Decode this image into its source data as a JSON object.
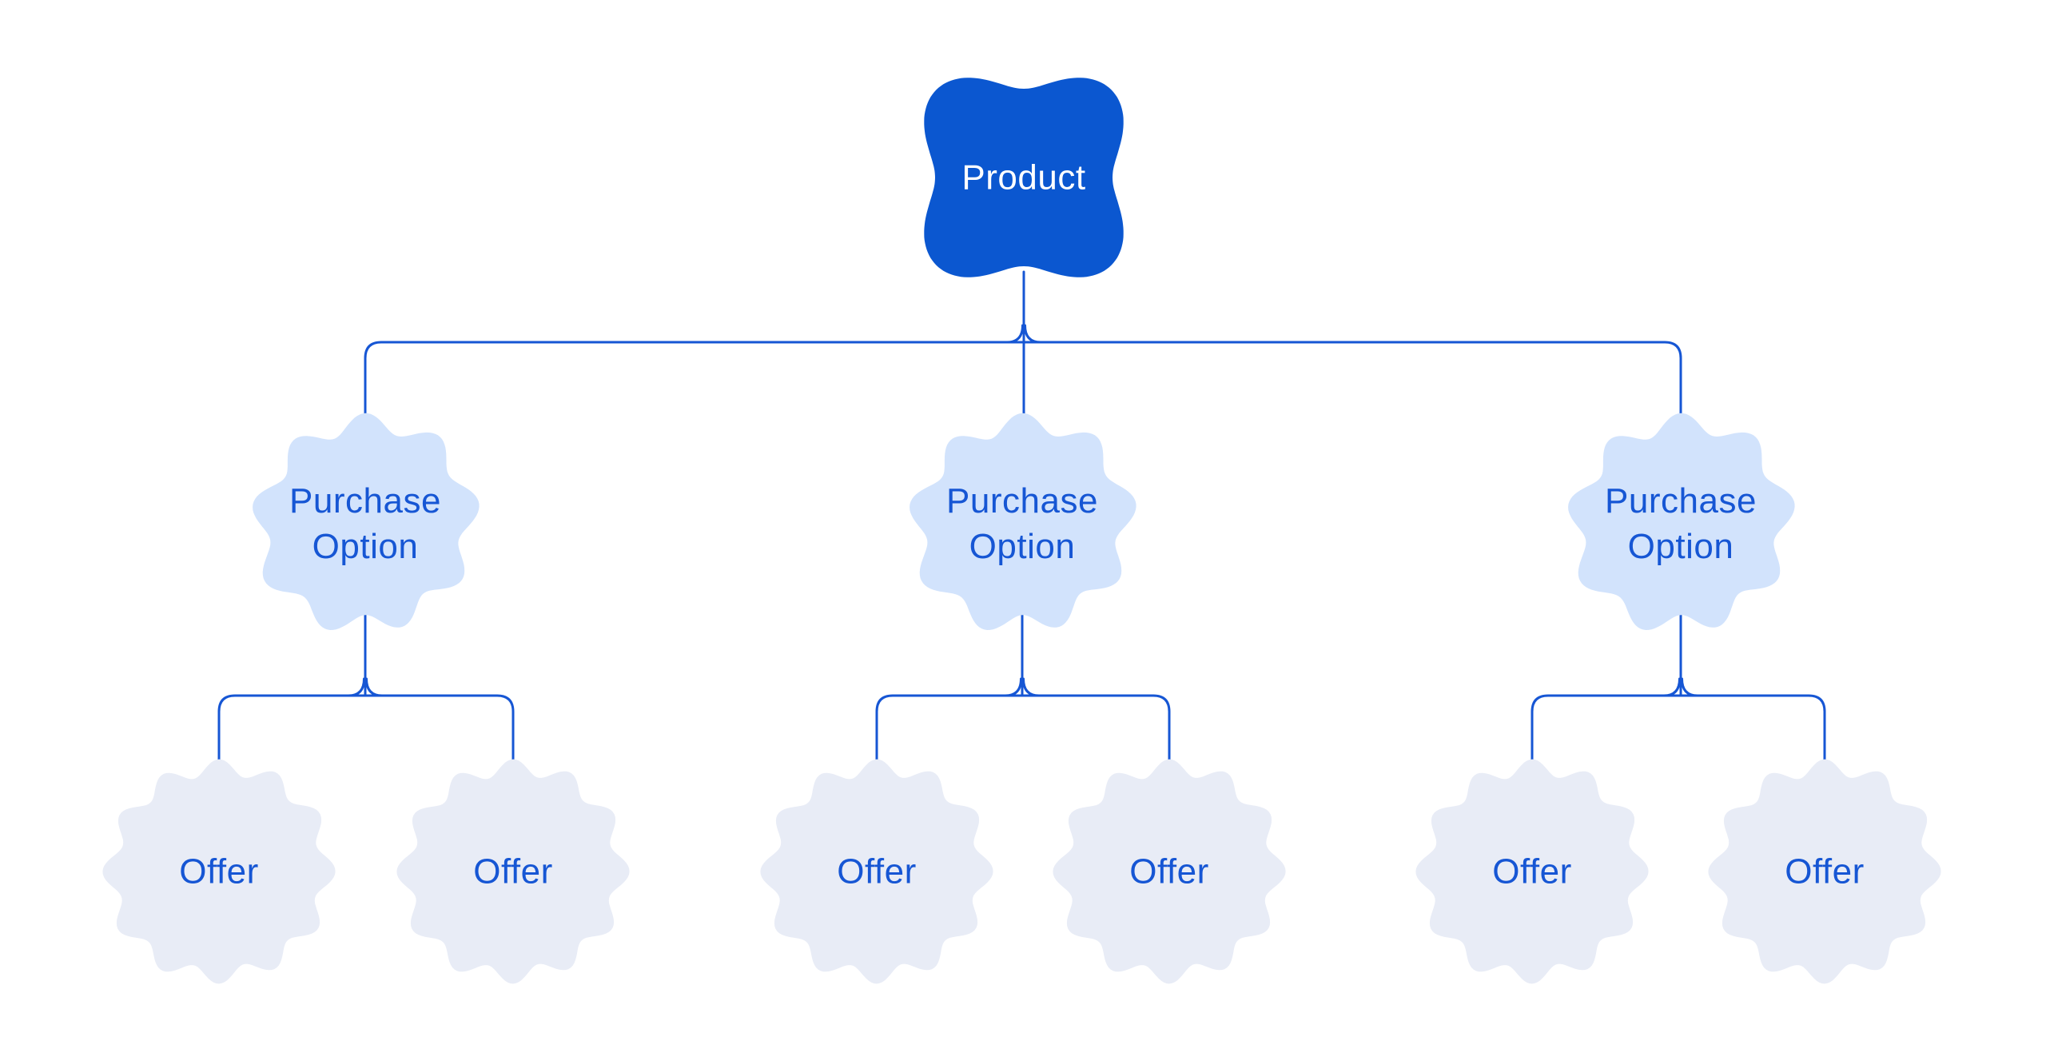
{
  "diagram": {
    "root": {
      "label": "Product"
    },
    "options": [
      {
        "label": "Purchase Option",
        "offers": [
          {
            "label": "Offer"
          },
          {
            "label": "Offer"
          }
        ]
      },
      {
        "label": "Purchase Option",
        "offers": [
          {
            "label": "Offer"
          },
          {
            "label": "Offer"
          }
        ]
      },
      {
        "label": "Purchase Option",
        "offers": [
          {
            "label": "Offer"
          },
          {
            "label": "Offer"
          }
        ]
      }
    ],
    "colors": {
      "background": "#FFFFFF",
      "product_fill": "#0B57D0",
      "product_text": "#FFFFFF",
      "option_fill": "#D2E3FC",
      "offer_fill": "#E8ECF6",
      "text_blue": "#1656D4",
      "connector": "#1656D4"
    }
  }
}
